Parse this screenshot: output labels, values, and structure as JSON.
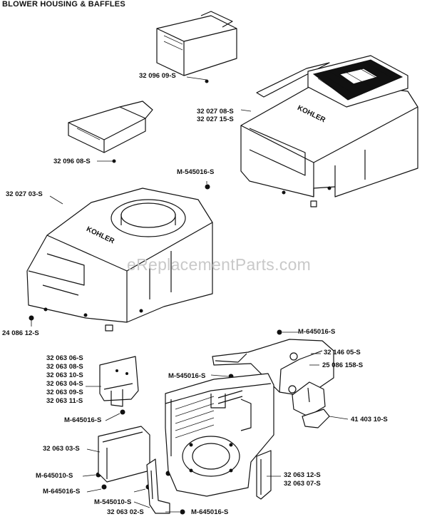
{
  "title": "BLOWER HOUSING & BAFFLES",
  "watermark": "eReplacementParts.com",
  "brand_mark": "KOHLER",
  "callouts": {
    "c_32096_09": "32 096 09-S",
    "c_32027_08": "32 027 08-S",
    "c_32027_15": "32 027 15-S",
    "c_32096_08": "32 096 08-S",
    "c_m545016_top": "M-545016-S",
    "c_32027_03": "32 027 03-S",
    "c_24086_12": "24 086 12-S",
    "c_m645016_a": "M-645016-S",
    "c_32146_05": "32 146 05-S",
    "c_25086_158": "25 086 158-S",
    "c_m545016_mid": "M-545016-S",
    "c_32063_06": "32 063 06-S",
    "c_32063_08": "32 063 08-S",
    "c_32063_10": "32 063 10-S",
    "c_32063_04": "32 063 04-S",
    "c_32063_09": "32 063 09-S",
    "c_32063_11": "32 063 11-S",
    "c_m645016_b": "M-645016-S",
    "c_41403_10": "41 403 10-S",
    "c_32063_03": "32 063 03-S",
    "c_m645010": "M-645010-S",
    "c_m645016_c": "M-645016-S",
    "c_m545010": "M-545010-S",
    "c_32063_02": "32 063 02-S",
    "c_m645016_d": "M-645016-S",
    "c_32063_12": "32 063 12-S",
    "c_32063_07": "32 063 07-S"
  }
}
